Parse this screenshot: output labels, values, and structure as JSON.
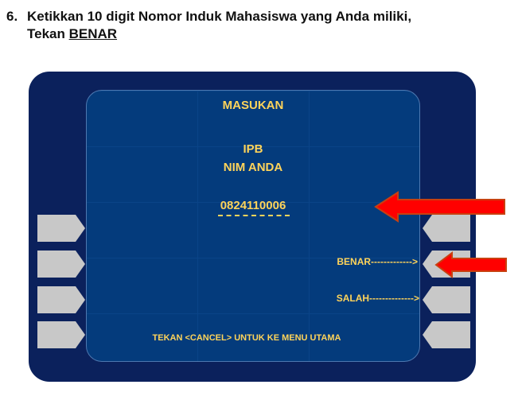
{
  "instruction": {
    "number": "6.",
    "line1": "Ketikkan 10 digit Nomor Induk Mahasiswa yang Anda miliki,",
    "line2_prefix": "Tekan ",
    "line2_key": "BENAR"
  },
  "screen": {
    "title": "MASUKAN",
    "line1": "IPB",
    "line2": "NIM ANDA",
    "nim_value": "0824110006",
    "benar": "BENAR------------->",
    "salah": "SALAH-------------->",
    "cancel_hint": "TEKAN <CANCEL> UNTUK KE MENU UTAMA"
  },
  "colors": {
    "screen_text": "#ffd45a",
    "arrow": "#ff0000"
  }
}
